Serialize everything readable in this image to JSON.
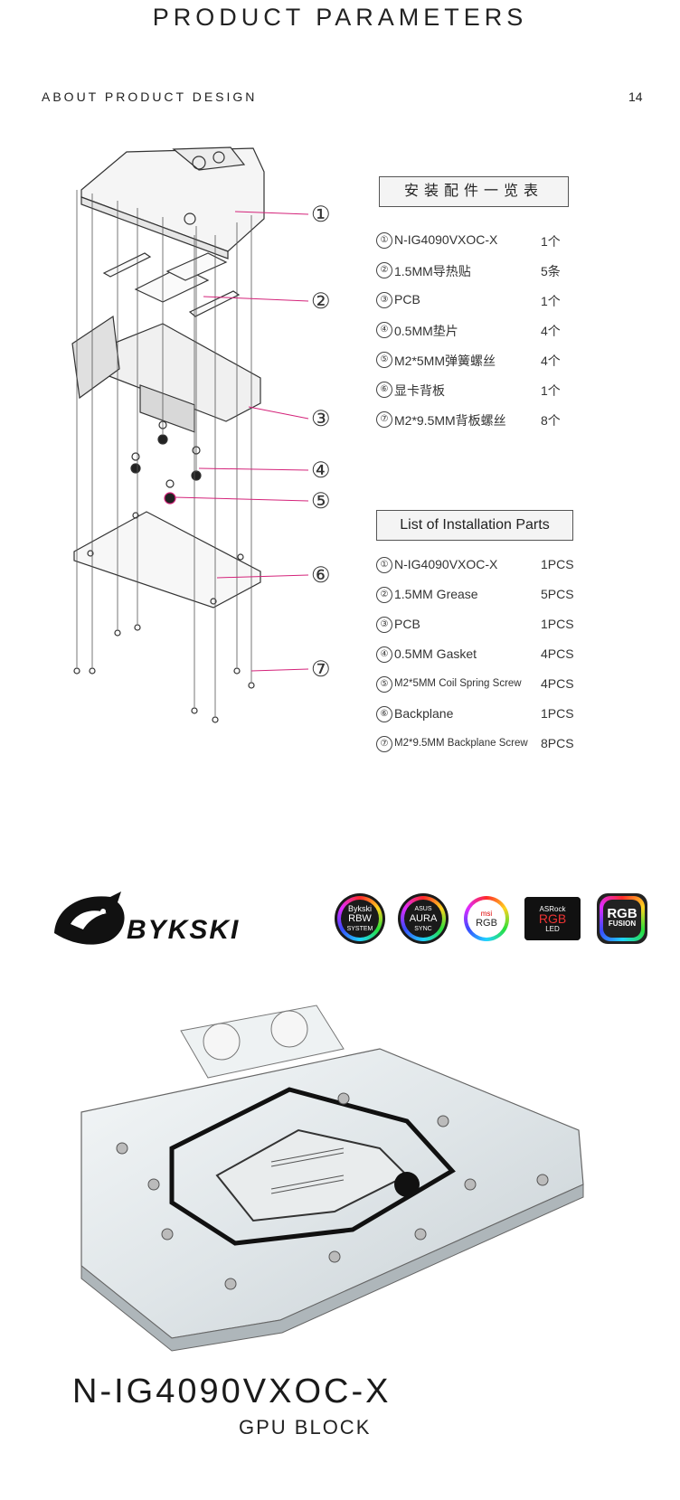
{
  "header": {
    "title": "PRODUCT PARAMETERS",
    "section": "ABOUT PRODUCT DESIGN",
    "page_number": "14"
  },
  "callouts": [
    "①",
    "②",
    "③",
    "④",
    "⑤",
    "⑥",
    "⑦"
  ],
  "cn_list": {
    "title": "安装配件一览表",
    "items": [
      {
        "num": "①",
        "name": "N-IG4090VXOC-X",
        "qty": "1个"
      },
      {
        "num": "②",
        "name": "1.5MM导热贴",
        "qty": "5条"
      },
      {
        "num": "③",
        "name": "PCB",
        "qty": "1个"
      },
      {
        "num": "④",
        "name": "0.5MM垫片",
        "qty": "4个"
      },
      {
        "num": "⑤",
        "name": "M2*5MM弹簧螺丝",
        "qty": "4个"
      },
      {
        "num": "⑥",
        "name": "显卡背板",
        "qty": "1个"
      },
      {
        "num": "⑦",
        "name": "M2*9.5MM背板螺丝",
        "qty": "8个"
      }
    ]
  },
  "en_list": {
    "title": "List of Installation Parts",
    "items": [
      {
        "num": "①",
        "name": "N-IG4090VXOC-X",
        "qty": "1PCS"
      },
      {
        "num": "②",
        "name": "1.5MM Grease",
        "qty": "5PCS"
      },
      {
        "num": "③",
        "name": "PCB",
        "qty": "1PCS"
      },
      {
        "num": "④",
        "name": "0.5MM Gasket",
        "qty": "4PCS"
      },
      {
        "num": "⑤",
        "name": "M2*5MM Coil Spring Screw",
        "qty": "4PCS"
      },
      {
        "num": "⑥",
        "name": "Backplane",
        "qty": "1PCS"
      },
      {
        "num": "⑦",
        "name": "M2*9.5MM Backplane Screw",
        "qty": "8PCS"
      }
    ]
  },
  "brand": {
    "logo_text": "BYKSKI"
  },
  "badges": [
    {
      "line1": "Bykski",
      "line2": "RBW",
      "line3": "SYSTEM"
    },
    {
      "line1": "ASUS",
      "line2": "AURA",
      "line3": "SYNC"
    },
    {
      "line1": "msi",
      "line2": "RGB",
      "line3": ""
    },
    {
      "line1": "ASRock",
      "line2": "RGB",
      "line3": "LED"
    },
    {
      "line1": "",
      "line2": "RGB",
      "line3": "FUSION"
    }
  ],
  "product": {
    "model": "N-IG4090VXOC-X",
    "subtitle": "GPU BLOCK"
  },
  "colors": {
    "leader_line": "#d4237a",
    "accent_ring": "#444444"
  }
}
